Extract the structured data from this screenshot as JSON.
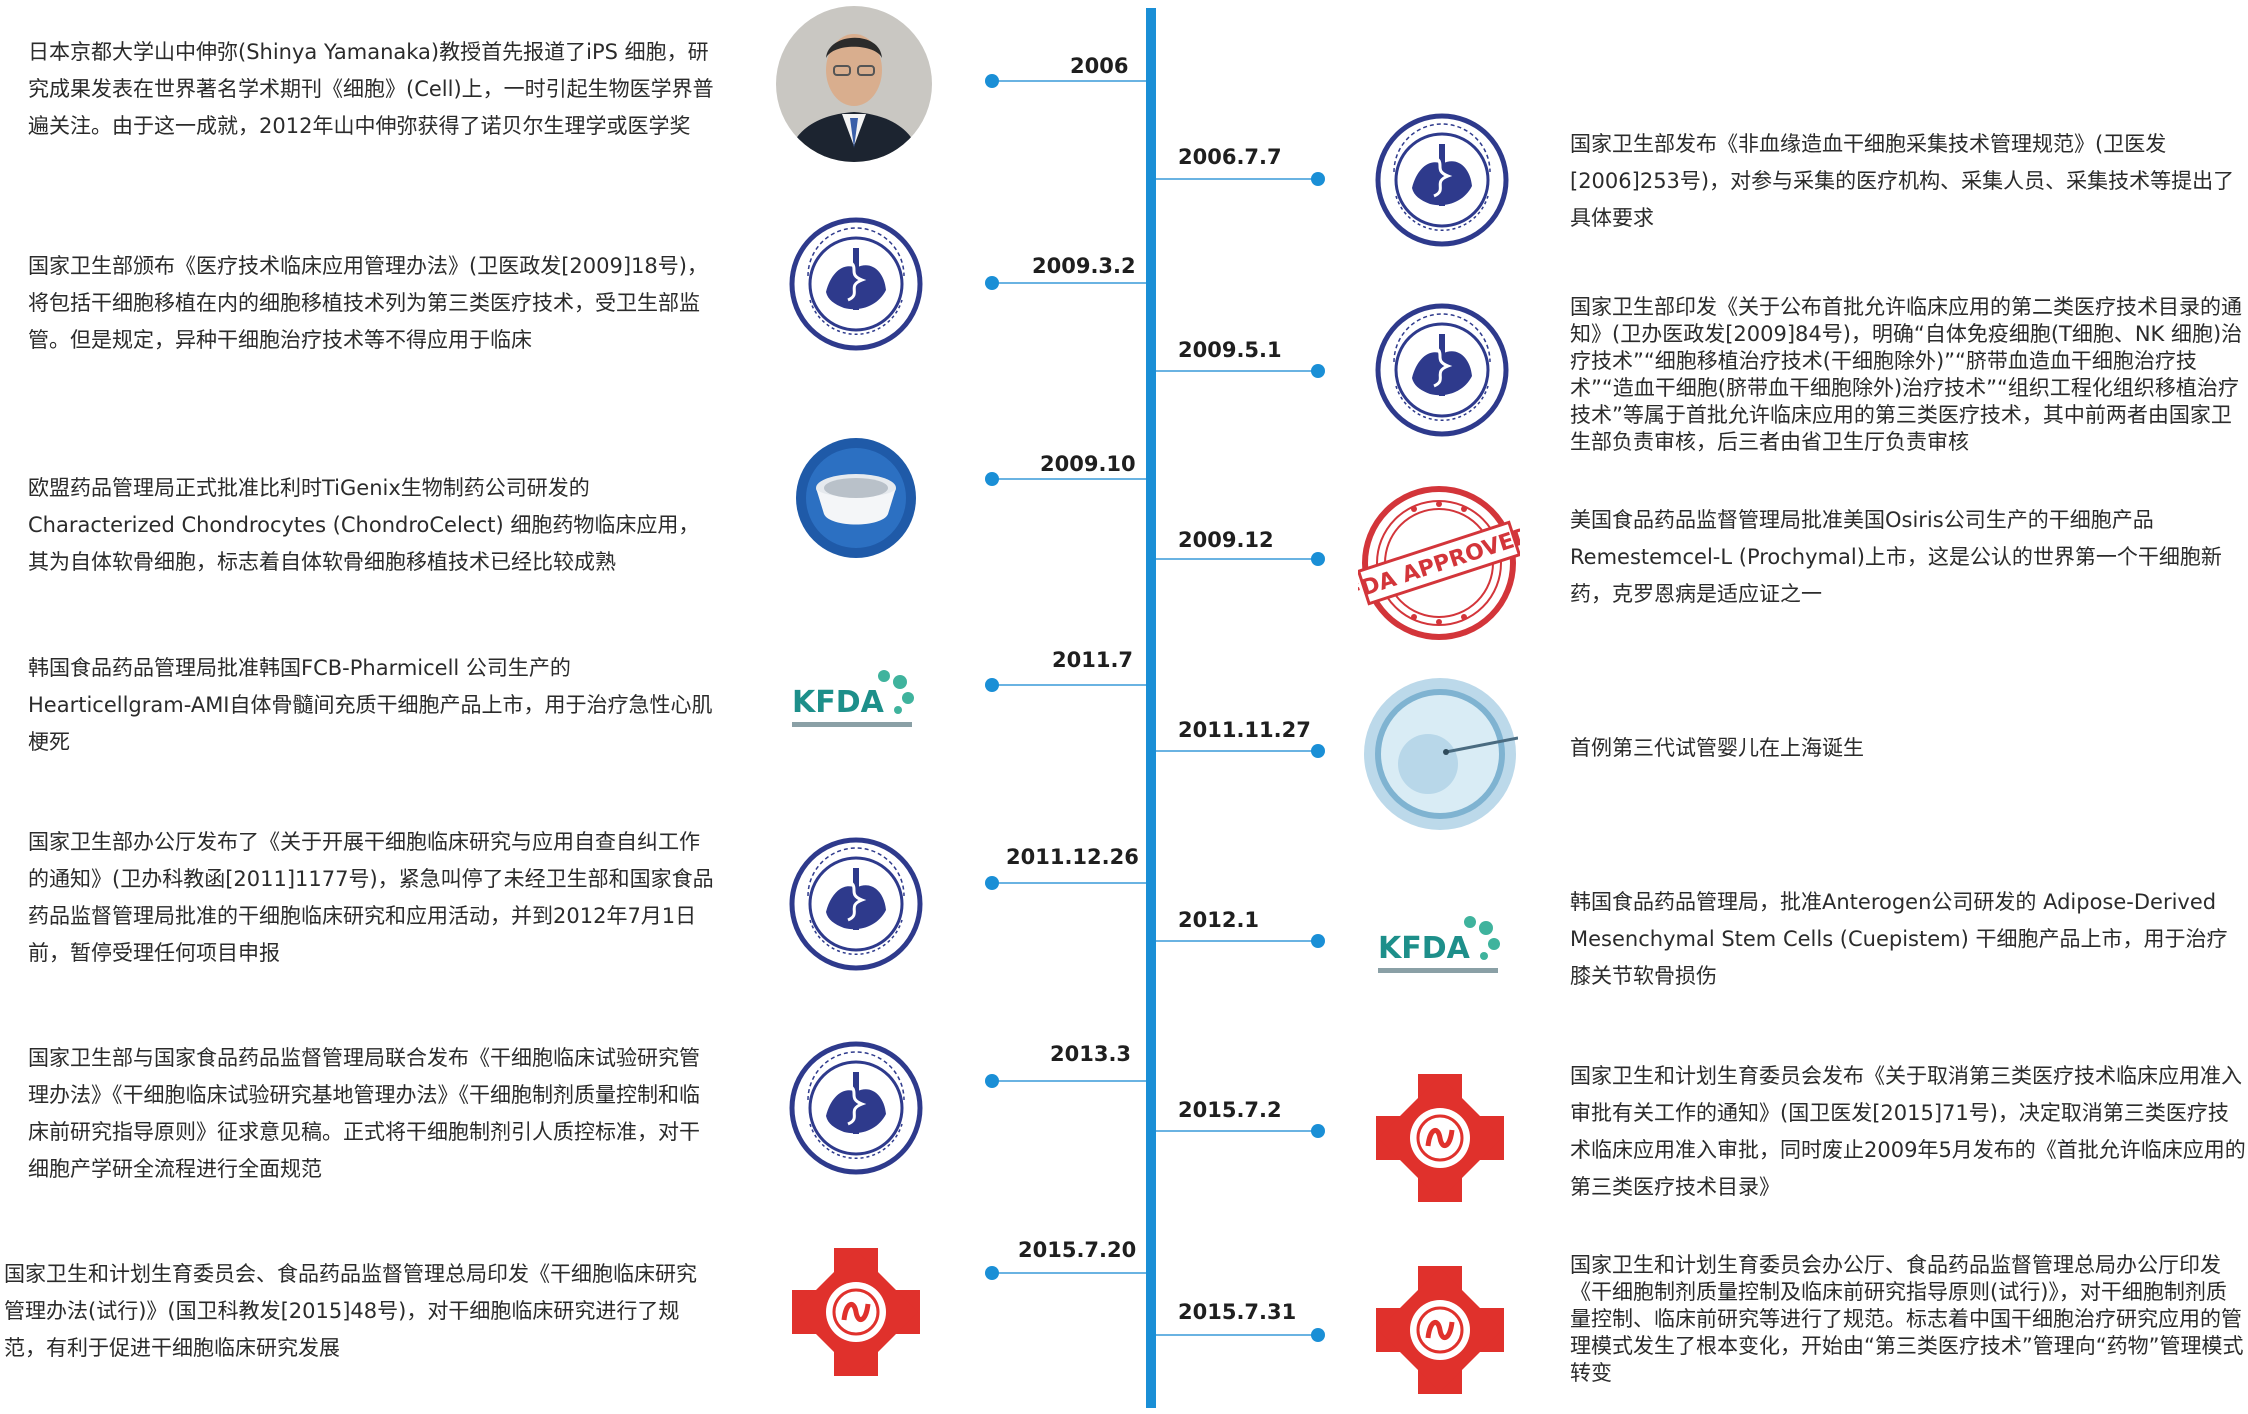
{
  "events": [
    {
      "side": "left",
      "date": "2006",
      "logo": "photo-portrait-icon",
      "text": "日本京都大学山中伸弥(Shinya Yamanaka)教授首先报道了iPS 细胞，研究成果发表在世界著名学术期刊《细胞》(Cell)上，一时引起生物医学界普遍关注。由于这一成就，2012年山中伸弥获得了诺贝尔生理学或医学奖"
    },
    {
      "side": "right",
      "date": "2006.7.7",
      "logo": "ministry-of-health-seal-icon",
      "text": "国家卫生部发布《非血缘造血干细胞采集技术管理规范》(卫医发[2006]253号)，对参与采集的医疗机构、采集人员、采集技术等提出了具体要求"
    },
    {
      "side": "left",
      "date": "2009.3.2",
      "logo": "ministry-of-health-seal-icon",
      "text": "国家卫生部颁布《医疗技术临床应用管理办法》(卫医政发[2009]18号)，将包括干细胞移植在内的细胞移植技术列为第三类医疗技术，受卫生部监管。但是规定，异种干细胞治疗技术等不得应用于临床"
    },
    {
      "side": "right",
      "date": "2009.5.1",
      "logo": "ministry-of-health-seal-icon",
      "text": "国家卫生部印发《关于公布首批允许临床应用的第二类医疗技术目录的通知》(卫办医政发[2009]84号)，明确“自体免疫细胞(T细胞、NK 细胞)治疗技术”“细胞移植治疗技术(干细胞除外)”“脐带血造血干细胞治疗技术”“造血干细胞(脐带血干细胞除外)治疗技术”“组织工程化组织移植治疗技术”等属于首批允许临床应用的第三类医疗技术，其中前两者由国家卫生部负责审核，后三者由省卫生厅负责审核"
    },
    {
      "side": "left",
      "date": "2009.10",
      "logo": "ema-logo-icon",
      "text": "欧盟药品管理局正式批准比利时TiGenix生物制药公司研发的Characterized Chondrocytes (ChondroCelect) 细胞药物临床应用，其为自体软骨细胞，标志着自体软骨细胞移植技术已经比较成熟"
    },
    {
      "side": "right",
      "date": "2009.12",
      "logo": "fda-approved-stamp-icon",
      "stamp": "FDA APPROVED",
      "text": "美国食品药品监督管理局批准美国Osiris公司生产的干细胞产品Remestemcel-L (Prochymal)上市，这是公认的世界第一个干细胞新药，克罗恩病是适应证之一"
    },
    {
      "side": "left",
      "date": "2011.7",
      "logo": "kfda-logo-icon",
      "brand": "KFDA",
      "text": "韩国食品药品管理局批准韩国FCB-Pharmicell 公司生产的Hearticellgram-AMI自体骨髓间充质干细胞产品上市，用于治疗急性心肌梗死"
    },
    {
      "side": "right",
      "date": "2011.11.27",
      "logo": "cell-injection-image-icon",
      "text": "首例第三代试管婴儿在上海诞生"
    },
    {
      "side": "left",
      "date": "2011.12.26",
      "logo": "ministry-of-health-seal-icon",
      "text": "国家卫生部办公厅发布了《关于开展干细胞临床研究与应用自查自纠工作的通知》(卫办科教函[2011]1177号)，紧急叫停了未经卫生部和国家食品药品监督管理局批准的干细胞临床研究和应用活动，并到2012年7月1日前，暂停受理任何项目申报"
    },
    {
      "side": "right",
      "date": "2012.1",
      "logo": "kfda-logo-icon",
      "brand": "KFDA",
      "text": "韩国食品药品管理局，批准Anterogen公司研发的 Adipose-Derived Mesenchymal Stem Cells (Cuepistem) 干细胞产品上市，用于治疗膝关节软骨损伤"
    },
    {
      "side": "left",
      "date": "2013.3",
      "logo": "ministry-of-health-seal-icon",
      "text": "国家卫生部与国家食品药品监督管理局联合发布《干细胞临床试验研究管理办法》《干细胞临床试验研究基地管理办法》《干细胞制剂质量控制和临床前研究指导原则》征求意见稿。正式将干细胞制剂引人质控标准，对干细胞产学研全流程进行全面规范"
    },
    {
      "side": "right",
      "date": "2015.7.2",
      "logo": "nhfpc-red-cross-emblem-icon",
      "text": "国家卫生和计划生育委员会发布《关于取消第三类医疗技术临床应用准入审批有关工作的通知》(国卫医发[2015]71号)，决定取消第三类医疗技术临床应用准入审批，同时废止2009年5月发布的《首批允许临床应用的第三类医疗技术目录》"
    },
    {
      "side": "left",
      "date": "2015.7.20",
      "logo": "nhfpc-red-cross-emblem-icon",
      "text": "国家卫生和计划生育委员会、食品药品监督管理总局印发《干细胞临床研究管理办法(试行)》(国卫科教发[2015]48号)，对干细胞临床研究进行了规范，有利于促进干细胞临床研究发展"
    },
    {
      "side": "right",
      "date": "2015.7.31",
      "logo": "nhfpc-red-cross-emblem-icon",
      "text": "国家卫生和计划生育委员会办公厅、食品药品监督管理总局办公厅印发《干细胞制剂质量控制及临床前研究指导原则(试行)》，对干细胞制剂质量控制、临床前研究等进行了规范。标志着中国干细胞治疗研究应用的管理模式发生了根本变化，开始由“第三类医疗技术”管理向“药物”管理模式转变"
    }
  ],
  "colors": {
    "axis": "#1a8fd6",
    "connector": "#6ab3e2",
    "seal": "#2e3a8c",
    "red": "#e0312c",
    "text": "#2b2b2b"
  }
}
